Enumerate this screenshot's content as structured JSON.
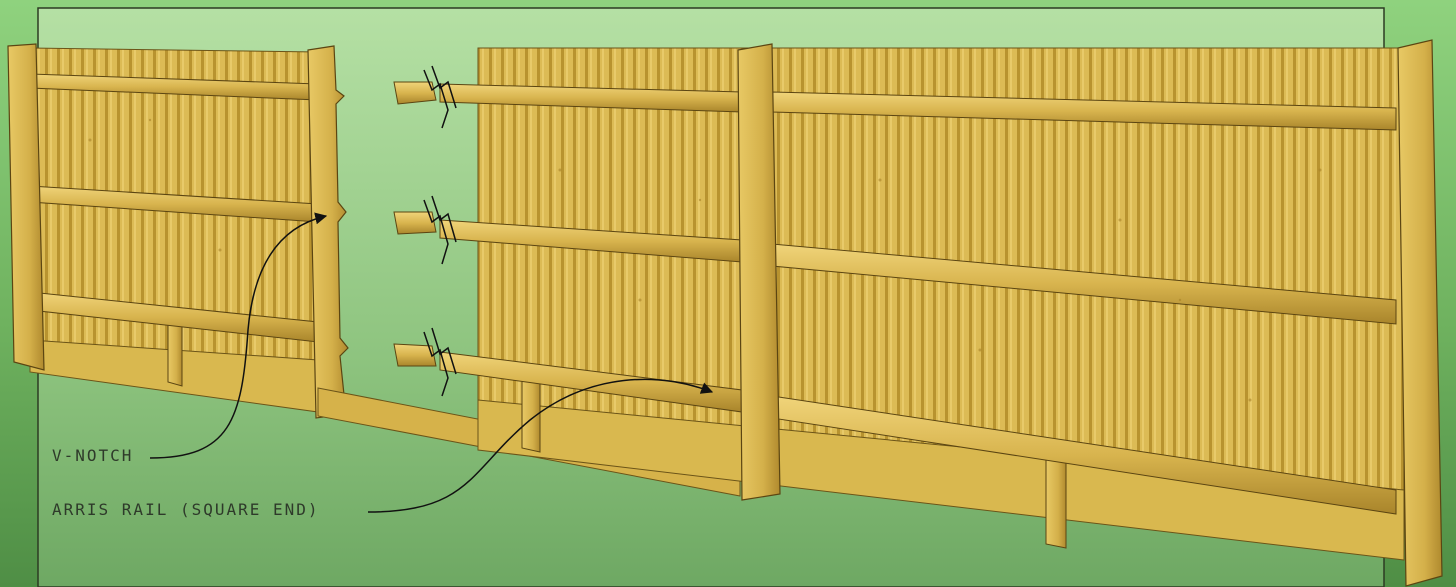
{
  "labels": {
    "v_notch": "V-NOTCH",
    "arris_rail": "ARRIS RAIL (SQUARE END)"
  },
  "colors": {
    "background_green": "#6fb25f",
    "panel_green": "#7fbf72",
    "timber_light": "#e2c25c",
    "timber_mid": "#caa43c",
    "timber_dark": "#a9852b",
    "outline": "#3a3010",
    "label_text": "#2e3a2a"
  },
  "illustration": {
    "subject": "closeboard fence with arris rails and timber posts",
    "icons": [
      "break-line-icon",
      "leader-arrow-icon"
    ]
  }
}
